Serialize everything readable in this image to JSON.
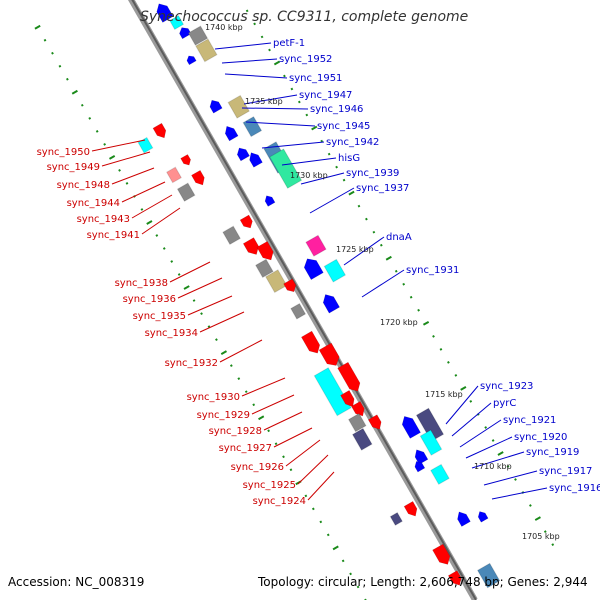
{
  "title": "Synechococcus sp. CC9311, complete genome",
  "footer": {
    "accession": "Accession: NC_008319",
    "summary": "Topology: circular; Length: 2,606,748 bp; Genes: 2,944"
  },
  "colors": {
    "forward": "#ff0000",
    "reverse": "#0000ff",
    "backbone": "#888888",
    "ticks": "#1a8a1a",
    "label_forward": "#cc0000",
    "label_reverse": "#0000cc",
    "cyan": "#00ffff",
    "grey": "#888888",
    "khaki": "#c8b878",
    "steelblue": "#4a88b8",
    "spring": "#30e8a0",
    "magenta": "#ff20a0",
    "darkslate": "#4a4a80",
    "pink": "#ff9090"
  },
  "scale_labels": [
    "1740 kbp",
    "1735 kbp",
    "1730 kbp",
    "1725 kbp",
    "1720 kbp",
    "1715 kbp",
    "1710 kbp",
    "1705 kbp"
  ],
  "labels_right": [
    "petF-1",
    "sync_1952",
    "sync_1951",
    "sync_1947",
    "sync_1946",
    "sync_1945",
    "sync_1942",
    "hisG",
    "sync_1939",
    "sync_1937",
    "dnaA",
    "sync_1931",
    "sync_1923",
    "pyrC",
    "sync_1921",
    "sync_1920",
    "sync_1919",
    "sync_1917",
    "sync_1916"
  ],
  "labels_left": [
    "sync_1950",
    "sync_1949",
    "sync_1948",
    "sync_1944",
    "sync_1943",
    "sync_1941",
    "sync_1938",
    "sync_1936",
    "sync_1935",
    "sync_1934",
    "sync_1932",
    "sync_1930",
    "sync_1929",
    "sync_1928",
    "sync_1927",
    "sync_1926",
    "sync_1925",
    "sync_1924"
  ]
}
